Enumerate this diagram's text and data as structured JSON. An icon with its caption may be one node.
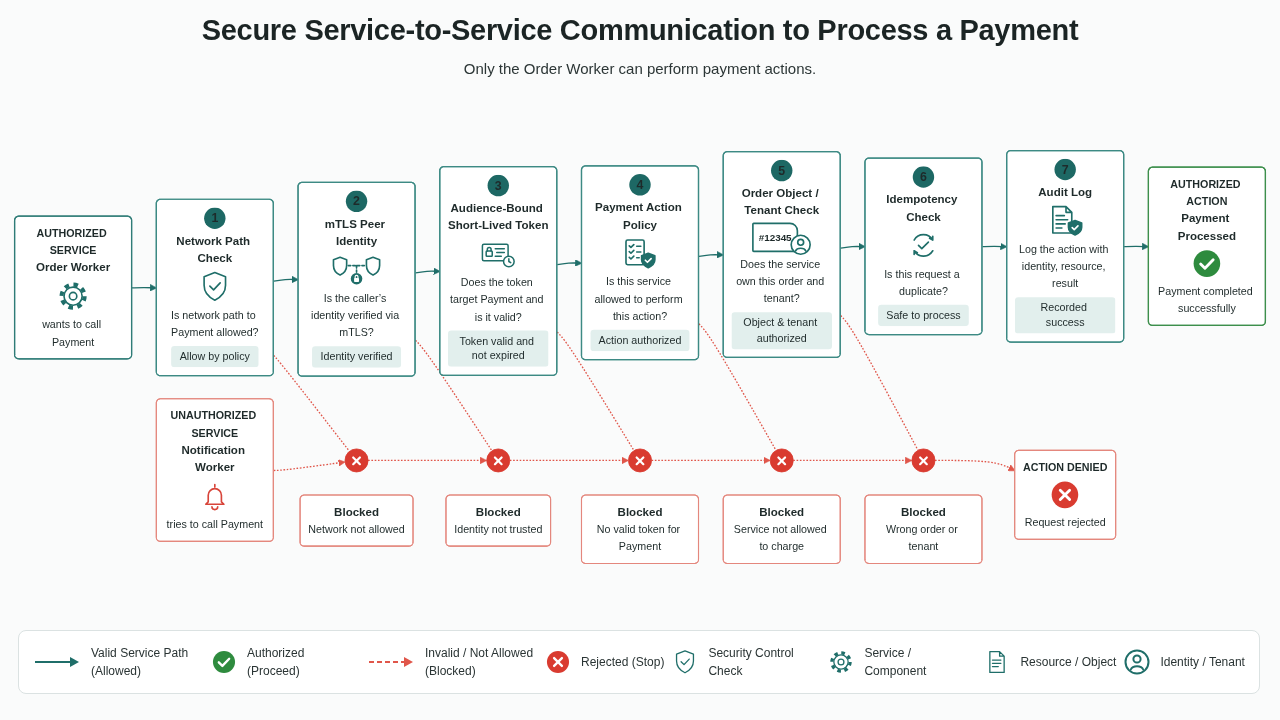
{
  "diagram": {
    "title": "Secure Service-to-Service Communication to Process a Payment",
    "caption": "Only the Order Worker can perform payment actions.",
    "nodes": [
      {
        "text": [
          "AUTHORIZED SERVICE",
          "Order Worker",
          "wants to call Payment"
        ]
      },
      {
        "text": [
          "1",
          "Network Path Check",
          "Is network path to Payment allowed?",
          "Allow by policy"
        ]
      },
      {
        "text": [
          "2",
          "mTLS Peer Identity",
          "Is the caller’s identity verified via mTLS?",
          "Identity verified"
        ]
      },
      {
        "text": [
          "3",
          "Audience-Bound Short-Lived Token",
          "Does the token target Payment and is it valid?",
          "Token valid and not expired"
        ]
      },
      {
        "text": [
          "4",
          "Payment Action Policy",
          "Is this service allowed to perform this action?",
          "Action authorized"
        ]
      },
      {
        "text": [
          "5",
          "Order Object / Tenant Check",
          "#12345",
          "Does the service own this order and tenant?",
          "Object & tenant authorized"
        ]
      },
      {
        "text": [
          "6",
          "Idempotency Check",
          "Is this request a duplicate?",
          "Safe to process"
        ]
      },
      {
        "text": [
          "7",
          "Audit Log",
          "Log the action with identity, resource, result",
          "Recorded success"
        ]
      },
      {
        "text": [
          "AUTHORIZED ACTION",
          "Payment Processed",
          "Payment completed successfully"
        ]
      },
      {
        "text": [
          "UNAUTHORIZED SERVICE",
          "Notification Worker",
          "tries to call Payment"
        ]
      },
      {
        "text": [],
        "shape": "circle"
      },
      {
        "text": [
          "Blocked",
          "Network not allowed"
        ]
      },
      {
        "text": [],
        "shape": "circle"
      },
      {
        "text": [
          "Blocked",
          "Identity not trusted"
        ]
      },
      {
        "text": [],
        "shape": "circle"
      },
      {
        "text": [
          "Blocked",
          "No valid token for Payment"
        ]
      },
      {
        "text": [],
        "shape": "circle"
      },
      {
        "text": [
          "Blocked",
          "Service not allowed to charge"
        ]
      },
      {
        "text": [],
        "shape": "circle"
      },
      {
        "text": [
          "Blocked",
          "Wrong order or tenant"
        ]
      },
      {
        "text": [
          "ACTION DENIED",
          "Request rejected"
        ]
      }
    ],
    "edges": [
      {
        "from": 0,
        "to": 1,
        "arrow": "to",
        "color": "#1f6e69"
      },
      {
        "from": 1,
        "to": 2,
        "arrow": "to",
        "color": "#1f6e69"
      },
      {
        "from": 2,
        "to": 3,
        "arrow": "to",
        "color": "#1f6e69"
      },
      {
        "from": 3,
        "to": 4,
        "arrow": "to",
        "color": "#1f6e69"
      },
      {
        "from": 4,
        "to": 5,
        "arrow": "to",
        "color": "#1f6e69"
      },
      {
        "from": 5,
        "to": 6,
        "arrow": "to",
        "color": "#1f6e69"
      },
      {
        "from": 6,
        "to": 7,
        "arrow": "to",
        "color": "#1f6e69"
      },
      {
        "from": 7,
        "to": 8,
        "arrow": "to",
        "color": "#1f6e69"
      },
      {
        "from": 1,
        "to": 10,
        "arrow": "none",
        "style": "dashed"
      },
      {
        "from": 2,
        "to": 12,
        "arrow": "none",
        "style": "dashed"
      },
      {
        "from": 3,
        "to": 14,
        "arrow": "none",
        "style": "dashed"
      },
      {
        "from": 4,
        "to": 16,
        "arrow": "none",
        "style": "dashed"
      },
      {
        "from": 5,
        "to": 18,
        "arrow": "none",
        "style": "dashed"
      },
      {
        "from": 9,
        "to": 10,
        "arrow": "to",
        "style": "dashed"
      },
      {
        "from": 10,
        "to": 12,
        "arrow": "to",
        "style": "dashed"
      },
      {
        "from": 12,
        "to": 14,
        "arrow": "to",
        "style": "dashed"
      },
      {
        "from": 14,
        "to": 16,
        "arrow": "to",
        "style": "dashed"
      },
      {
        "from": 16,
        "to": 18,
        "arrow": "to",
        "style": "dashed"
      },
      {
        "from": 18,
        "to": 20,
        "arrow": "to",
        "style": "dashed"
      }
    ],
    "legend": [
      {
        "text": "Valid Service Path (Allowed)"
      },
      {
        "text": "Authorized (Proceed)"
      },
      {
        "text": "Invalid / Not Allowed (Blocked)"
      },
      {
        "text": "Rejected (Stop)"
      },
      {
        "text": "Security Control Check"
      },
      {
        "text": "Service / Component"
      },
      {
        "text": "Resource / Object"
      },
      {
        "text": "Identity / Tenant"
      }
    ]
  }
}
